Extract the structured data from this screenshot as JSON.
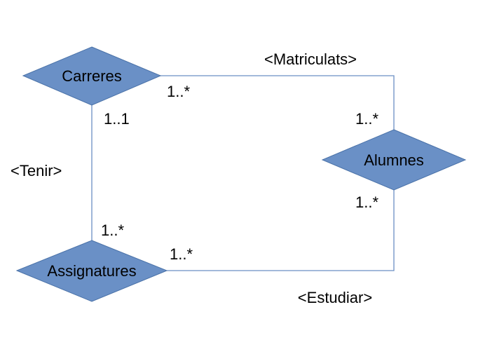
{
  "colors": {
    "entity_fill": "#6a90c6",
    "connector": "#6b8fc4"
  },
  "entities": {
    "carreres": "Carreres",
    "alumnes": "Alumnes",
    "assignatures": "Assignatures"
  },
  "relations": {
    "matriculats": "<Matriculats>",
    "tenir": "<Tenir>",
    "estudiar": "<Estudiar>"
  },
  "cardinalities": {
    "carreres_matriculats": "1..*",
    "alumnes_matriculats": "1..*",
    "carreres_tenir": "1..1",
    "assignatures_tenir": "1..*",
    "alumnes_estudiar": "1..*",
    "assignatures_estudiar": "1..*"
  }
}
